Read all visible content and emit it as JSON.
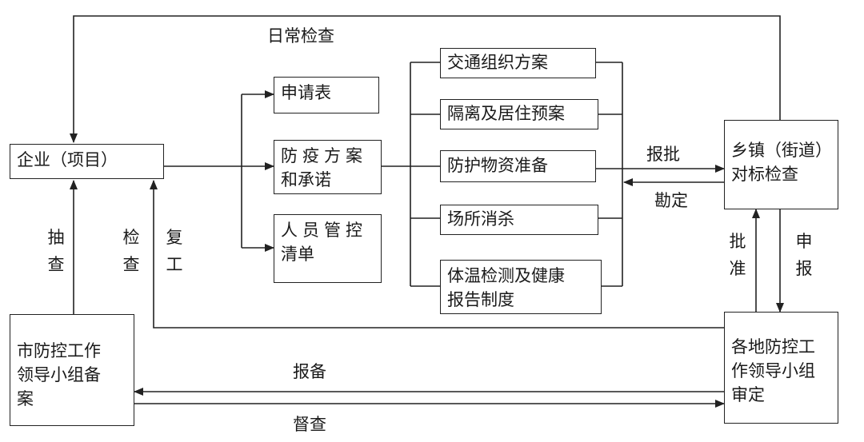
{
  "nodes": {
    "enterprise": "企业（项目）",
    "application_form": "申请表",
    "epidemic_plan_l1": "防疫方案",
    "epidemic_plan_l2": "和承诺",
    "personnel_l1": "人员管控",
    "personnel_l2": "清单",
    "traffic_plan": "交通组织方案",
    "isolation_plan": "隔离及居住预案",
    "protective_supplies": "防护物资准备",
    "site_disinfection": "场所消杀",
    "temperature_l1": "体温检测及健康",
    "temperature_l2": "报告制度",
    "township_l1": "乡镇（街道）",
    "township_l2": "对标检查",
    "local_group_l1": "各地防控工",
    "local_group_l2": "作领导小组",
    "local_group_l3": "审定",
    "city_group_l1": "市防控工作",
    "city_group_l2": "领导小组备",
    "city_group_l3": "案"
  },
  "edge_labels": {
    "daily_check": "日常检查",
    "report_approve": "报批",
    "survey_confirm": "勘定",
    "approve": [
      "批",
      "准"
    ],
    "declare": [
      "申",
      "报"
    ],
    "spot_check": [
      "抽",
      "查"
    ],
    "inspect": [
      "检",
      "查"
    ],
    "resume_work": [
      "复",
      "工"
    ],
    "file_report": "报备",
    "supervise": "督查"
  }
}
